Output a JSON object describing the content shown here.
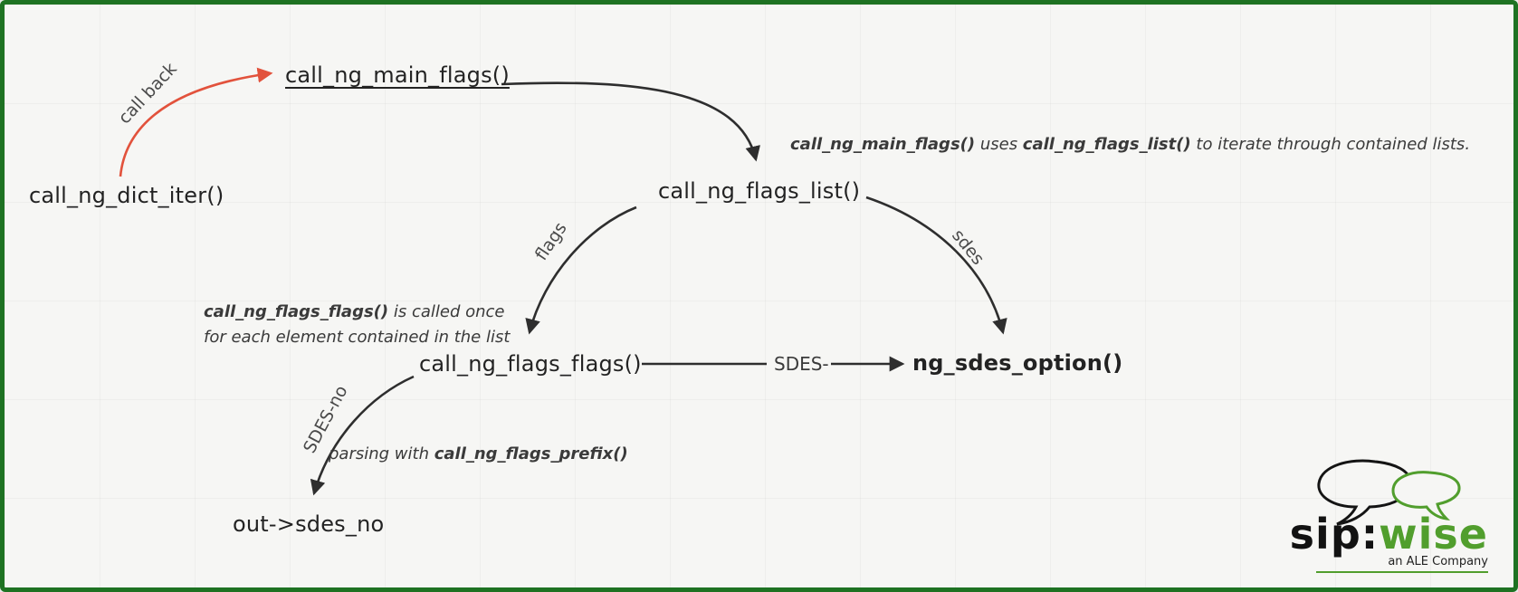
{
  "diagram": {
    "nodes": {
      "dict_iter": {
        "label": "call_ng_dict_iter()"
      },
      "main_flags": {
        "label": "call_ng_main_flags()"
      },
      "flags_list": {
        "label": "call_ng_flags_list()"
      },
      "flags_flags": {
        "label": "call_ng_flags_flags()"
      },
      "sdes_option": {
        "label": "ng_sdes_option()"
      },
      "out_sdes_no": {
        "label": "out->sdes_no"
      }
    },
    "edges": {
      "call_back": {
        "label": "call back"
      },
      "flags": {
        "label": "flags"
      },
      "sdes": {
        "label": "sdes"
      },
      "sdes_dash": {
        "label": "SDES-"
      },
      "sdes_no": {
        "label": "SDES-no"
      }
    },
    "notes": {
      "main": {
        "fn1": "call_ng_main_flags()",
        "mid": " uses ",
        "fn2": "call_ng_flags_list()",
        "tail": " to iterate through contained lists."
      },
      "flags": {
        "fn": "call_ng_flags_flags()",
        "tail": " is called once",
        "line2": "for each element contained in the list"
      },
      "prefix": {
        "lead": "parsing with ",
        "fn": "call_ng_flags_prefix()"
      }
    },
    "colors": {
      "border_green": "#1e7222",
      "arrow_black": "#2e2e2e",
      "arrow_red": "#e2523c",
      "logo_green": "#519e2d"
    },
    "logo": {
      "sip": "sip:",
      "wise": "wise",
      "tagline": "an ALE Company"
    }
  }
}
